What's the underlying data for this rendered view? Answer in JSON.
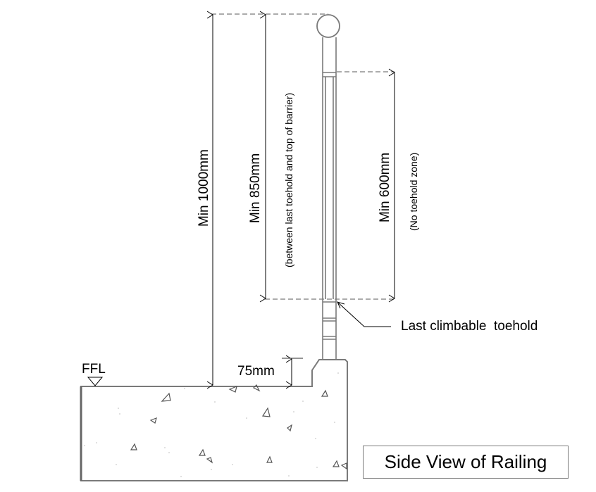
{
  "title": "Side View of Railing",
  "labels": {
    "ffl": "FFL",
    "step_height": "75mm",
    "last_toehold": "Last climbable  toehold"
  },
  "dimensions": {
    "min_1000": {
      "text": "Min 1000mm",
      "value_mm": 1000
    },
    "min_850": {
      "text": "Min 850mm",
      "note": "(between last toehold and top of barrier)",
      "value_mm": 850
    },
    "min_600": {
      "text": "Min 600mm",
      "note": "(No toehold zone)",
      "value_mm": 600
    },
    "step": {
      "text": "75mm",
      "value_mm": 75
    }
  },
  "colors": {
    "line": "#000000",
    "structure": "#7a7a7a",
    "dash": "#7a7a7a",
    "background": "#ffffff"
  }
}
